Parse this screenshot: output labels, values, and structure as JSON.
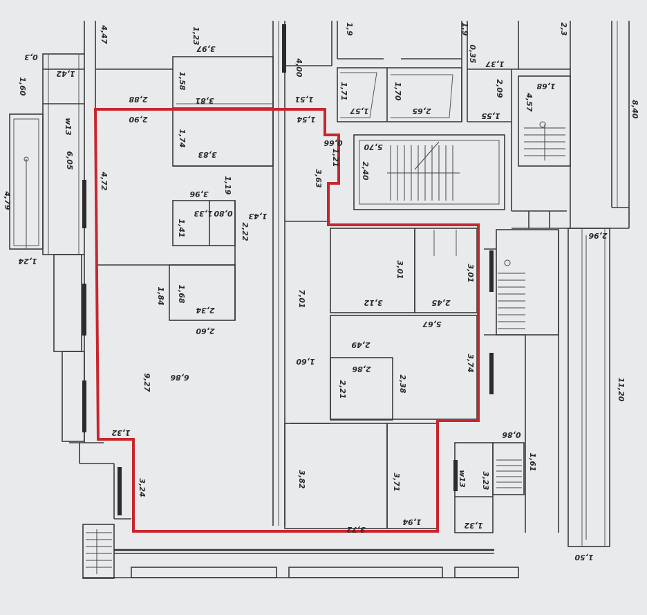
{
  "plan": {
    "highlight_color": "#c8262d",
    "paper_color": "#e9eaec",
    "line_color": "#3a3a3a",
    "labels": [
      {
        "id": "d-4-47",
        "text": "4,47"
      },
      {
        "id": "d-1-23",
        "text": "1,23"
      },
      {
        "id": "d-3-97",
        "text": "3,97"
      },
      {
        "id": "d-1-58",
        "text": "1,58"
      },
      {
        "id": "d-3-81",
        "text": "3,81"
      },
      {
        "id": "d-2-88",
        "text": "2,88"
      },
      {
        "id": "d-2-90",
        "text": "2,90"
      },
      {
        "id": "d-1-74",
        "text": "1,74"
      },
      {
        "id": "d-3-83",
        "text": "3,83"
      },
      {
        "id": "d-4-72",
        "text": "4,72"
      },
      {
        "id": "d-3-96",
        "text": "3,96"
      },
      {
        "id": "d-1-19",
        "text": "1,19"
      },
      {
        "id": "d-1-33",
        "text": "1,33"
      },
      {
        "id": "d-0-80",
        "text": "0,80"
      },
      {
        "id": "d-1-43",
        "text": "1,43"
      },
      {
        "id": "d-1-41",
        "text": "1,41"
      },
      {
        "id": "d-2-22",
        "text": "2,22"
      },
      {
        "id": "d-1-84",
        "text": "1,84"
      },
      {
        "id": "d-1-68a",
        "text": "1,68"
      },
      {
        "id": "d-2-34",
        "text": "2,34"
      },
      {
        "id": "d-2-60",
        "text": "2,60"
      },
      {
        "id": "d-9-27",
        "text": "9,27"
      },
      {
        "id": "d-6-86",
        "text": "6,86"
      },
      {
        "id": "d-1-32a",
        "text": "1,32"
      },
      {
        "id": "d-3-24",
        "text": "3,24"
      },
      {
        "id": "d-0-3",
        "text": "0,3"
      },
      {
        "id": "d-1-42",
        "text": "1,42"
      },
      {
        "id": "d-1-60a",
        "text": "1,60"
      },
      {
        "id": "d-w13a",
        "text": "w13"
      },
      {
        "id": "d-6-05",
        "text": "6,05"
      },
      {
        "id": "d-4-79",
        "text": "4,79"
      },
      {
        "id": "d-1-24",
        "text": "1,24"
      },
      {
        "id": "d-4-00",
        "text": "4,00"
      },
      {
        "id": "d-1-51",
        "text": "1,51"
      },
      {
        "id": "d-1-54",
        "text": "1,54"
      },
      {
        "id": "d-0-66",
        "text": "0,66"
      },
      {
        "id": "d-1-21",
        "text": "1,21"
      },
      {
        "id": "d-3-63",
        "text": "3,63"
      },
      {
        "id": "d-1-9a",
        "text": "1,9"
      },
      {
        "id": "d-1-9b",
        "text": "1,9"
      },
      {
        "id": "d-2-3",
        "text": "2,3"
      },
      {
        "id": "d-0-35",
        "text": "0,35"
      },
      {
        "id": "d-1-37",
        "text": "1,37"
      },
      {
        "id": "d-1-71",
        "text": "1,71"
      },
      {
        "id": "d-1-57",
        "text": "1,57"
      },
      {
        "id": "d-1-70",
        "text": "1,70"
      },
      {
        "id": "d-2-65",
        "text": "2,65"
      },
      {
        "id": "d-2-09",
        "text": "2,09"
      },
      {
        "id": "d-1-55",
        "text": "1,55"
      },
      {
        "id": "d-4-57",
        "text": "4,57"
      },
      {
        "id": "d-1-68b",
        "text": "1,68"
      },
      {
        "id": "d-8-40",
        "text": "8,40"
      },
      {
        "id": "d-5-70",
        "text": "5,70"
      },
      {
        "id": "d-2-40",
        "text": "2,40"
      },
      {
        "id": "d-2-96",
        "text": "2,96"
      },
      {
        "id": "d-7-01",
        "text": "7,01"
      },
      {
        "id": "d-3-01a",
        "text": "3,01"
      },
      {
        "id": "d-3-01b",
        "text": "3,01"
      },
      {
        "id": "d-3-12",
        "text": "3,12"
      },
      {
        "id": "d-2-45",
        "text": "2,45"
      },
      {
        "id": "d-5-67",
        "text": "5,67"
      },
      {
        "id": "d-2-49",
        "text": "2,49"
      },
      {
        "id": "d-1-60b",
        "text": "1,60"
      },
      {
        "id": "d-2-86",
        "text": "2,86"
      },
      {
        "id": "d-2-21",
        "text": "2,21"
      },
      {
        "id": "d-2-38",
        "text": "2,38"
      },
      {
        "id": "d-3-74",
        "text": "3,74"
      },
      {
        "id": "d-11-20",
        "text": "11,20"
      },
      {
        "id": "d-0-86",
        "text": "0,86"
      },
      {
        "id": "d-1-61",
        "text": "1,61"
      },
      {
        "id": "d-w13b",
        "text": "w13"
      },
      {
        "id": "d-3-23",
        "text": "3,23"
      },
      {
        "id": "d-3-82",
        "text": "3,82"
      },
      {
        "id": "d-3-71",
        "text": "3,71"
      },
      {
        "id": "d-3-72",
        "text": "3,72"
      },
      {
        "id": "d-1-94",
        "text": "1,94"
      },
      {
        "id": "d-1-32b",
        "text": "1,32"
      },
      {
        "id": "d-1-50",
        "text": "1,50"
      }
    ]
  }
}
